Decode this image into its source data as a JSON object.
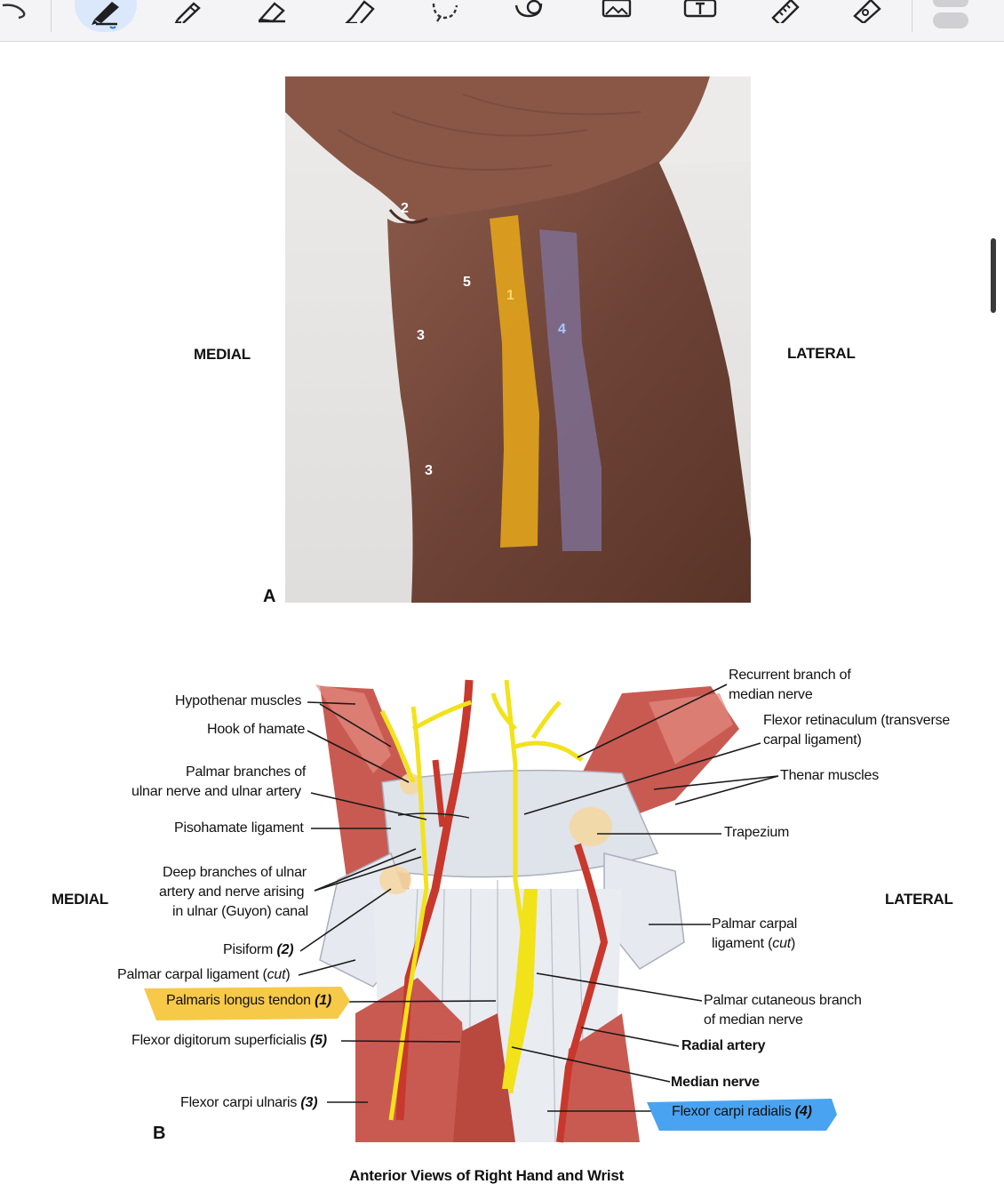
{
  "toolbar": {
    "tools": [
      {
        "name": "undo-icon"
      },
      {
        "name": "pen-icon",
        "active": true
      },
      {
        "name": "pencil-icon"
      },
      {
        "name": "eraser-icon"
      },
      {
        "name": "highlighter-icon"
      },
      {
        "name": "lasso-icon"
      },
      {
        "name": "shapes-icon"
      },
      {
        "name": "image-icon"
      },
      {
        "name": "text-box-icon"
      },
      {
        "name": "ruler-icon"
      },
      {
        "name": "tape-icon"
      },
      {
        "name": "color-swatch-icon"
      }
    ]
  },
  "figureA": {
    "letter": "A",
    "medial": "MEDIAL",
    "lateral": "LATERAL",
    "markers": [
      "2",
      "5",
      "1",
      "3",
      "4",
      "3"
    ],
    "colors": {
      "stripe_yellow": "#e0a21c",
      "stripe_purple": "#7e6f92"
    }
  },
  "figureB": {
    "letter": "B",
    "medial": "MEDIAL",
    "lateral": "LATERAL",
    "caption": "Anterior Views of Right Hand and Wrist",
    "labels": {
      "hypothenar": "Hypothenar muscles",
      "hook": "Hook of hamate",
      "palmar_branches_1": "Palmar branches of",
      "palmar_branches_2": "ulnar nerve and ulnar artery",
      "pisohamate": "Pisohamate ligament",
      "deep_1": "Deep branches of ulnar",
      "deep_2": "artery and nerve arising",
      "deep_3": "in ulnar (Guyon) canal",
      "pisiform": "Pisiform ",
      "pisiform_num": "(2)",
      "pcl_left": "Palmar carpal ligament (",
      "pcl_left_cut": "cut",
      "pcl_left_end": ")",
      "palmaris": "Palmaris longus tendon ",
      "palmaris_num": "(1)",
      "fds": "Flexor digitorum superficialis ",
      "fds_num": "(5)",
      "fcu": "Flexor carpi ulnaris ",
      "fcu_num": "(3)",
      "recurrent_1": "Recurrent branch of",
      "recurrent_2": "median nerve",
      "retinaculum_1": "Flexor retinaculum (transverse",
      "retinaculum_2": "carpal ligament)",
      "thenar": "Thenar muscles",
      "trapezium": "Trapezium",
      "pcl_right_1": "Palmar carpal",
      "pcl_right_2": "ligament (",
      "pcl_right_cut": "cut",
      "pcl_right_end": ")",
      "cutaneous_1": "Palmar cutaneous branch",
      "cutaneous_2": "of median nerve",
      "radial_artery": "Radial artery",
      "median_nerve": "Median nerve",
      "fcr": "Flexor carpi radialis ",
      "fcr_num": "(4)"
    },
    "colors": {
      "highlight_yellow": "#f7c948",
      "highlight_blue": "#4aa3f0",
      "artery": "#c8382c",
      "nerve": "#f2e21a",
      "muscle": "#c95a52"
    }
  }
}
